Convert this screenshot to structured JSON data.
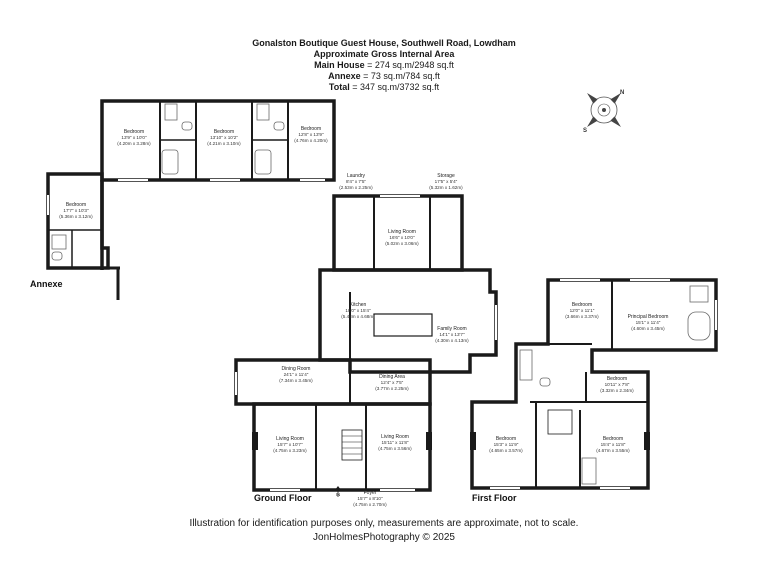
{
  "header": {
    "title": "Gonalston Boutique Guest House, Southwell Road, Lowdham",
    "area_heading": "Approximate Gross Internal Area",
    "main_house_label": "Main House",
    "main_house_value": " = 274 sq.m/2948 sq.ft",
    "annexe_label": "Annexe",
    "annexe_value": " = 73 sq.m/784 sq.ft",
    "total_label": "Total",
    "total_value": " = 347 sq.m/3732 sq.ft"
  },
  "floor_labels": {
    "annexe": "Annexe",
    "ground": "Ground Floor",
    "first": "First Floor"
  },
  "compass": {
    "north": "N",
    "south": "S",
    "icon": "compass-rose-icon"
  },
  "rooms": {
    "annexe_bed_1": {
      "name": "Bedroom",
      "imperial": "13'9\" x 10'0\"",
      "metric": "(4.20m x 3.28m)"
    },
    "annexe_bed_2": {
      "name": "Bedroom",
      "imperial": "13'10\" x 10'2\"",
      "metric": "(4.21m x 3.10m)"
    },
    "annexe_bed_3": {
      "name": "Bedroom",
      "imperial": "12'8\" x 13'9\"",
      "metric": "(4.76m x 4.20m)"
    },
    "annexe_bed_4": {
      "name": "Bedroom",
      "imperial": "17'7\" x 10'3\"",
      "metric": "(5.36m x 3.12m)"
    },
    "laundry": {
      "name": "Laundry",
      "imperial": "8'4\" x 7'5\"",
      "metric": "(2.53m x 2.25m)"
    },
    "storage": {
      "name": "Storage",
      "imperial": "17'5\" x 5'4\"",
      "metric": "(5.32m x 1.62m)"
    },
    "living_room_1": {
      "name": "Living Room",
      "imperial": "16'6\" x 10'0\"",
      "metric": "(5.02m x 3.06m)"
    },
    "kitchen": {
      "name": "Kitchen",
      "imperial": "18'0\" x 15'4\"",
      "metric": "(5.48m x 4.68m)"
    },
    "family_room": {
      "name": "Family Room",
      "imperial": "14'1\" x 13'7\"",
      "metric": "(4.30m x 4.13m)"
    },
    "dining_room": {
      "name": "Dining Room",
      "imperial": "24'1\" x 11'4\"",
      "metric": "(7.34m x 3.45m)"
    },
    "dining_area": {
      "name": "Dining Area",
      "imperial": "12'4\" x 7'5\"",
      "metric": "(3.77m x 2.25m)"
    },
    "living_room_2": {
      "name": "Living Room",
      "imperial": "15'7\" x 10'7\"",
      "metric": "(4.75m x 3.23m)"
    },
    "living_room_3": {
      "name": "Living Room",
      "imperial": "15'11\" x 11'8\"",
      "metric": "(4.75m x 3.56m)"
    },
    "foyer": {
      "name": "Foyer",
      "imperial": "15'7\" x 8'10\"",
      "metric": "(4.75m x 2.70m)"
    },
    "first_bed_1": {
      "name": "Bedroom",
      "imperial": "12'0\" x 11'1\"",
      "metric": "(3.66m x 3.37m)"
    },
    "principal_bed": {
      "name": "Principal Bedroom",
      "imperial": "15'1\" x 11'4\"",
      "metric": "(4.60m x 3.45m)"
    },
    "first_bed_2": {
      "name": "Bedroom",
      "imperial": "10'11\" x 7'8\"",
      "metric": "(3.32m x 2.34m)"
    },
    "first_bed_3": {
      "name": "Bedroom",
      "imperial": "15'3\" x 11'9\"",
      "metric": "(4.65m x 3.57m)"
    },
    "first_bed_4": {
      "name": "Bedroom",
      "imperial": "15'4\" x 11'8\"",
      "metric": "(4.67m x 3.55m)"
    }
  },
  "entrance_marker": "IN",
  "footer": {
    "disclaimer": "Illustration for identification purposes only, measurements are approximate, not to scale.",
    "credit": "JonHolmesPhotography © 2025"
  },
  "colors": {
    "wall": "#1a1a1a",
    "fixture": "#6a6a6a",
    "window": "#9a9a9a",
    "background": "#ffffff"
  }
}
